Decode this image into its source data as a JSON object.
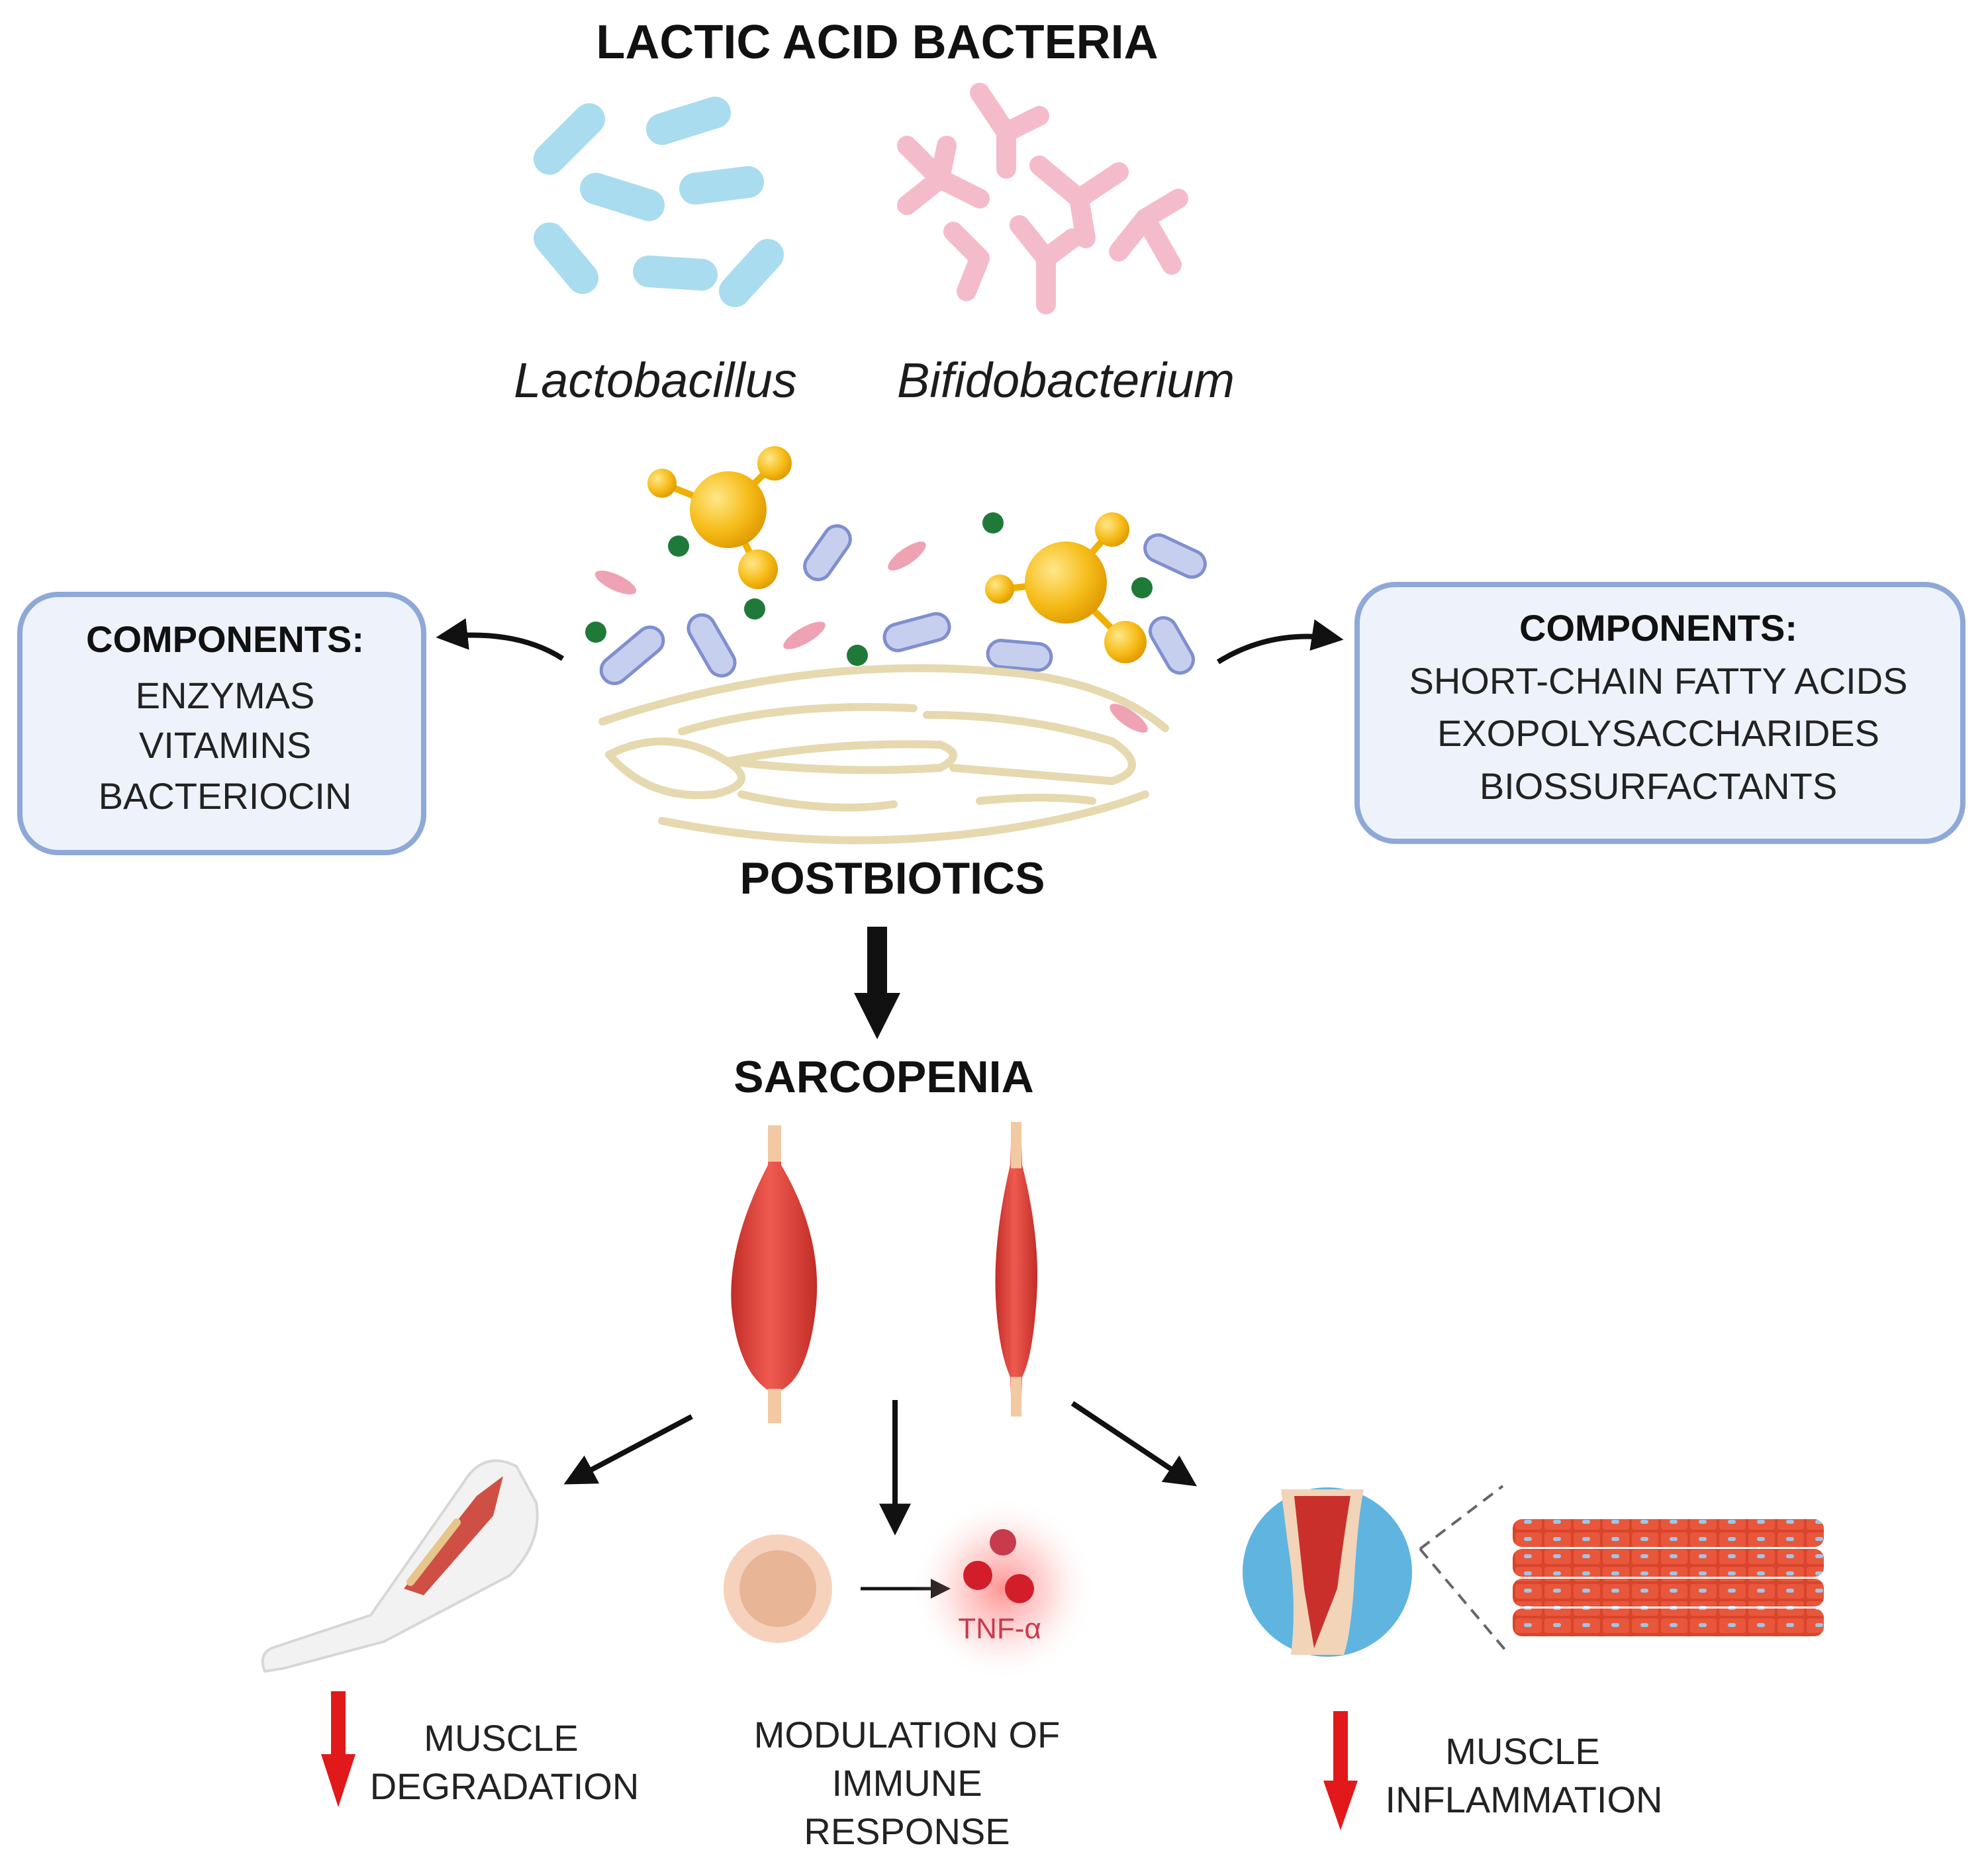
{
  "title": "LACTIC ACID BACTERIA",
  "genera": {
    "left": "Lactobacillus",
    "right": "Bifidobacterium"
  },
  "components_left": {
    "heading": "COMPONENTS:",
    "items": [
      "ENZYMAS",
      "VITAMINS",
      "BACTERIOCIN"
    ]
  },
  "components_right": {
    "heading": "COMPONENTS:",
    "items": [
      "SHORT-CHAIN FATTY ACIDS",
      "EXOPOLYSACCHARIDES",
      "BIOSSURFACTANTS"
    ]
  },
  "postbiotics_label": "POSTBIOTICS",
  "sarcopenia_label": "SARCOPENIA",
  "tnf_label": "TNF-α",
  "effects": {
    "left": [
      "MUSCLE",
      "DEGRADATION"
    ],
    "center": [
      "MODULATION OF",
      "IMMUNE",
      "RESPONSE"
    ],
    "right": [
      "MUSCLE",
      "INFLAMMATION"
    ]
  },
  "colors": {
    "lacto": "#a9dcef",
    "bifido": "#f4bccb",
    "box_border": "#8ea8d8",
    "box_fill": "#eef3fb",
    "muscle": "#e0473f",
    "down_arrow": "#e2191a",
    "yellow": "#f6bd1a",
    "green": "#1f7a3a",
    "membrane": "#e6d9b0"
  },
  "icons": [
    "lactobacillus-rods",
    "bifidobacterium-y-cells",
    "molecule-icon",
    "membrane-icon",
    "muscle-icon",
    "arm-icon",
    "immune-cell-icon",
    "tnf-particles-icon",
    "muscle-fiber-icon",
    "down-arrow-icon"
  ]
}
